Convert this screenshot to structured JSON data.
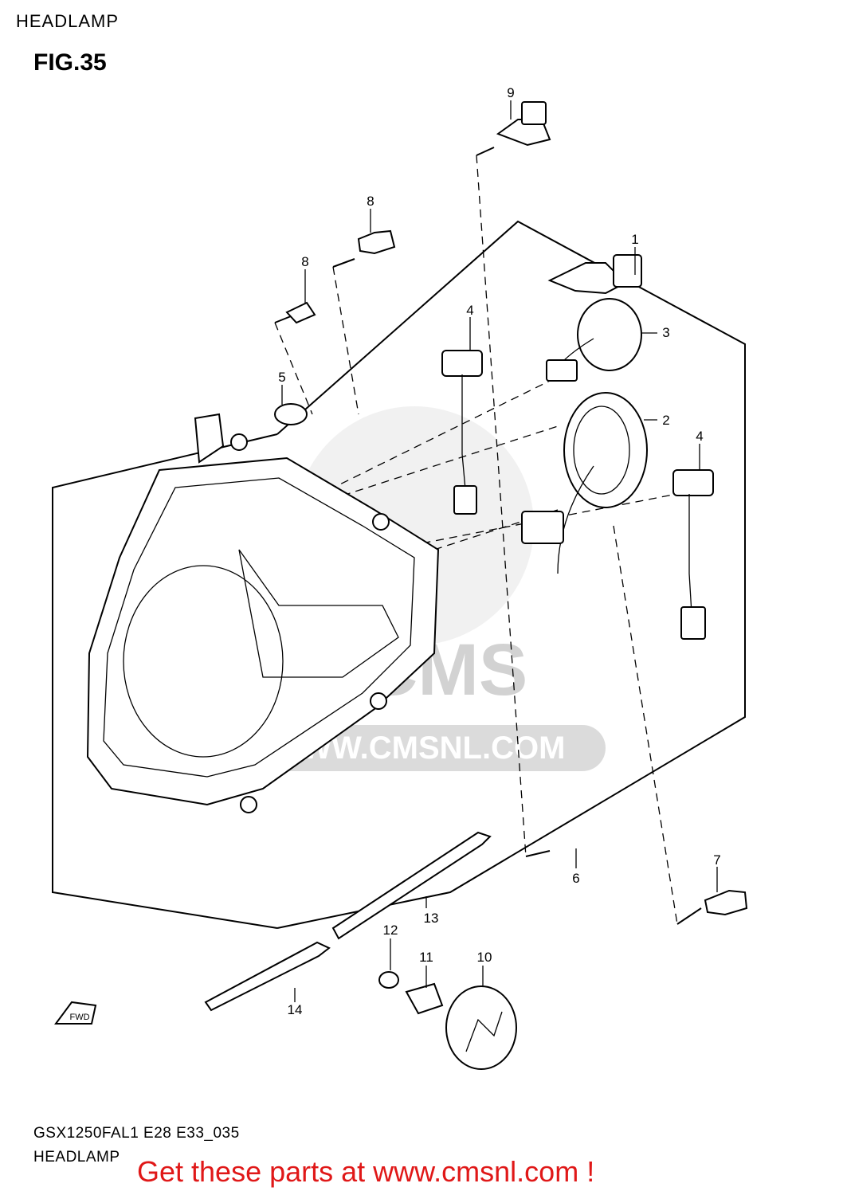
{
  "header": {
    "title": "HEADLAMP"
  },
  "figure": {
    "label": "FIG.35"
  },
  "watermark": {
    "brand": "CMS",
    "url": "WWW.CMSNL.COM"
  },
  "direction_arrow": {
    "label": "FWD"
  },
  "callouts": [
    "1",
    "2",
    "3",
    "4",
    "4",
    "5",
    "6",
    "7",
    "8",
    "8",
    "9",
    "10",
    "11",
    "12",
    "13",
    "14"
  ],
  "footer": {
    "model_code": "GSX1250FAL1 E28 E33_035",
    "title": "HEADLAMP",
    "cta": "Get these parts at www.cmsnl.com !"
  },
  "colors": {
    "cta": "#e01818",
    "watermark": "#d6d6d6",
    "lines": "#000000"
  }
}
